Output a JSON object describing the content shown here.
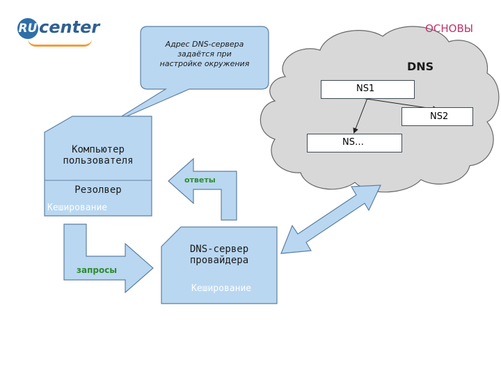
{
  "header": {
    "logo_ru": "RU",
    "logo_text": "center",
    "title": "ОСНОВЫ"
  },
  "callout": {
    "lines": [
      "Адрес DNS-сервера",
      "задаётся при",
      "настройке окружения"
    ]
  },
  "cloud": {
    "title": "DNS",
    "ns1": "NS1",
    "ns2": "NS2",
    "ns3": "NS…"
  },
  "user_computer": {
    "label_line1": "Компьютер",
    "label_line2": "пользователя",
    "resolver": "Резолвер",
    "caching": "Кеширование"
  },
  "provider_server": {
    "label_line1": "DNS-сервер",
    "label_line2": "провайдера",
    "caching": "Кеширование"
  },
  "arrows": {
    "responses": "ответы",
    "queries": "запросы"
  },
  "colors": {
    "box_fill": "#b9d7f1",
    "box_stroke": "#5e7f9f",
    "cloud_fill": "#d8d8d8",
    "cloud_stroke": "#666666",
    "accent_green": "#2e8b2e",
    "accent_title": "#c0336a",
    "logo_blue": "#2f5f95",
    "logo_orange": "#f29c38"
  }
}
